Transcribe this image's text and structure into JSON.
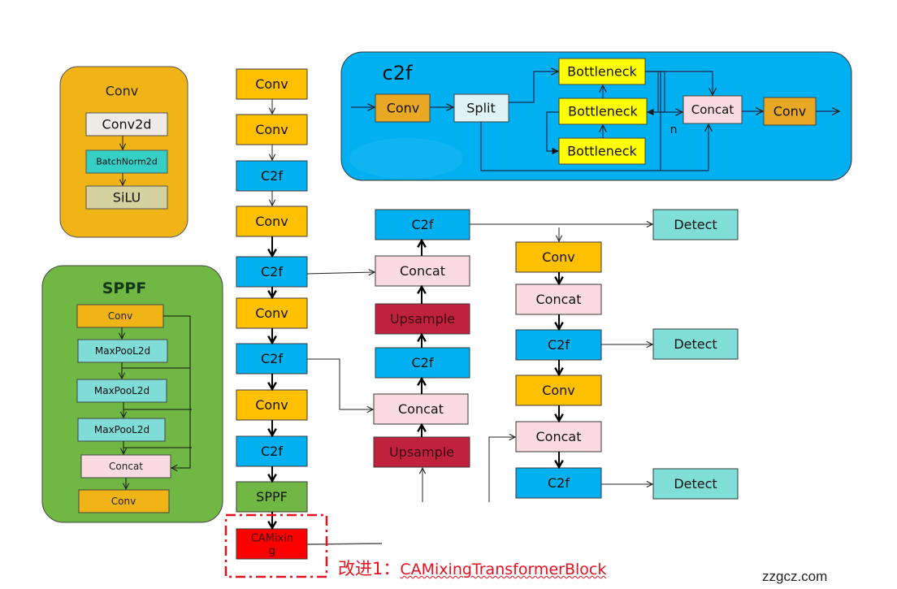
{
  "colors": {
    "conv": "#ffc000",
    "conv_dark": "#f0b416",
    "c2f": "#00b0f0",
    "concat": "#fadbe1",
    "upsample": "#c0213d",
    "detect": "#7fded5",
    "sppf": "#70b843",
    "maxpool": "#7fdcd6",
    "camixing": "#ff0000",
    "bottleneck": "#ffff00",
    "split": "#dff2f5",
    "accent_red": "#e8101e"
  },
  "conv_panel": {
    "title": "Conv",
    "blocks": [
      "Conv2d",
      "BatchNorm2d",
      "SiLU"
    ]
  },
  "sppf_panel": {
    "title": "SPPF",
    "blocks": [
      "Conv",
      "MaxPooL2d",
      "MaxPooL2d",
      "MaxPooL2d",
      "Concat",
      "Conv"
    ]
  },
  "c2f_panel": {
    "title": "c2f",
    "conv_in": "Conv",
    "split": "Split",
    "bottlenecks": [
      "Bottleneck",
      "Bottleneck",
      "Bottleneck"
    ],
    "n_label": "n",
    "concat": "Concat",
    "conv_out": "Conv"
  },
  "backbone": [
    "Conv",
    "Conv",
    "C2f",
    "Conv",
    "C2f",
    "Conv",
    "C2f",
    "Conv",
    "C2f",
    "SPPF",
    "CAMixin g"
  ],
  "neck_up": [
    "C2f",
    "Concat",
    "Upsample",
    "C2f",
    "Concat",
    "Upsample"
  ],
  "neck_down": [
    "Conv",
    "Concat",
    "C2f",
    "Conv",
    "Concat",
    "C2f"
  ],
  "detect": [
    "Detect",
    "Detect",
    "Detect"
  ],
  "annotation": {
    "prefix": "改进1：",
    "name": "CAMixingTransformerBlock"
  },
  "watermark": "zzgcz.com"
}
